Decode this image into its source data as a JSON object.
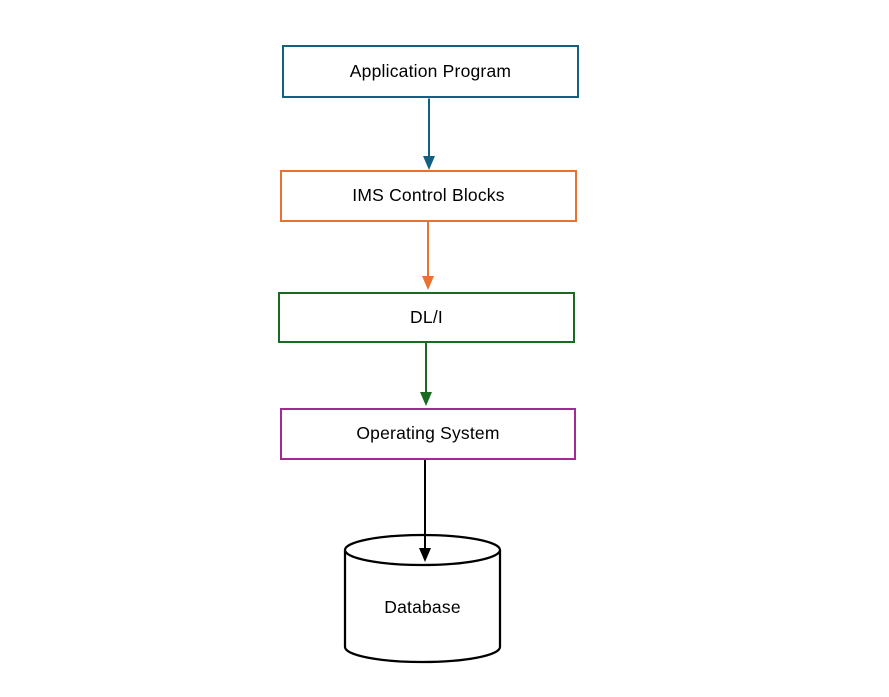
{
  "diagram": {
    "background_color": "#ffffff",
    "text_color": "#000000",
    "nodes": [
      {
        "id": "application-program",
        "shape": "rectangle",
        "label": "Application Program",
        "border_color": "#156082"
      },
      {
        "id": "ims-control-blocks",
        "shape": "rectangle",
        "label": "IMS Control Blocks",
        "border_color": "#E97132"
      },
      {
        "id": "dl-i",
        "shape": "rectangle",
        "label": "DL/I",
        "border_color": "#196B24"
      },
      {
        "id": "operating-system",
        "shape": "rectangle",
        "label": "Operating System",
        "border_color": "#A02B93"
      },
      {
        "id": "database",
        "shape": "cylinder",
        "label": "Database",
        "border_color": "#000000"
      }
    ],
    "connectors": [
      {
        "from": "application-program",
        "to": "ims-control-blocks",
        "style": "straight-arrow-down",
        "color": "#156082"
      },
      {
        "from": "ims-control-blocks",
        "to": "dl-i",
        "style": "straight-arrow-down",
        "color": "#E97132"
      },
      {
        "from": "dl-i",
        "to": "operating-system",
        "style": "straight-arrow-down",
        "color": "#196B24"
      },
      {
        "from": "operating-system",
        "to": "database",
        "style": "straight-arrow-down",
        "color": "#000000"
      }
    ]
  }
}
